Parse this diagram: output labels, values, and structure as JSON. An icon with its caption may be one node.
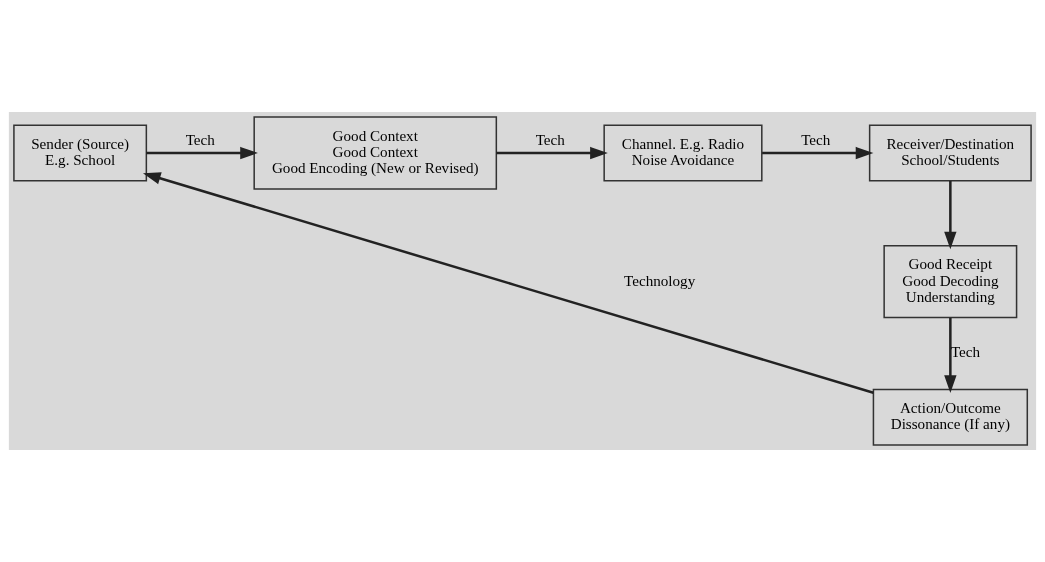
{
  "diagram": {
    "nodes": [
      {
        "text": [
          "Sender (Source)",
          "E.g. School"
        ]
      },
      {
        "text": [
          "Good Context",
          "Good Context",
          "Good Encoding (New or Revised)"
        ]
      },
      {
        "text": [
          "Channel. E.g. Radio",
          "Noise Avoidance"
        ]
      },
      {
        "text": [
          "Receiver/Destination",
          "School/Students"
        ]
      },
      {
        "text": [
          "Good Receipt",
          "Good Decoding",
          "Understanding"
        ]
      },
      {
        "text": [
          "Action/Outcome",
          "Dissonance (If any)"
        ]
      }
    ],
    "edges": [
      {
        "from": 0,
        "to": 1,
        "arrow": "to",
        "label": "Tech"
      },
      {
        "from": 1,
        "to": 2,
        "arrow": "to",
        "label": "Tech"
      },
      {
        "from": 2,
        "to": 3,
        "arrow": "to",
        "label": "Tech"
      },
      {
        "from": 3,
        "to": 4,
        "arrow": "to"
      },
      {
        "from": 4,
        "to": 5,
        "arrow": "to",
        "label": "Tech"
      },
      {
        "from": 5,
        "to": 0,
        "arrow": "to",
        "label": "Technology"
      }
    ]
  }
}
